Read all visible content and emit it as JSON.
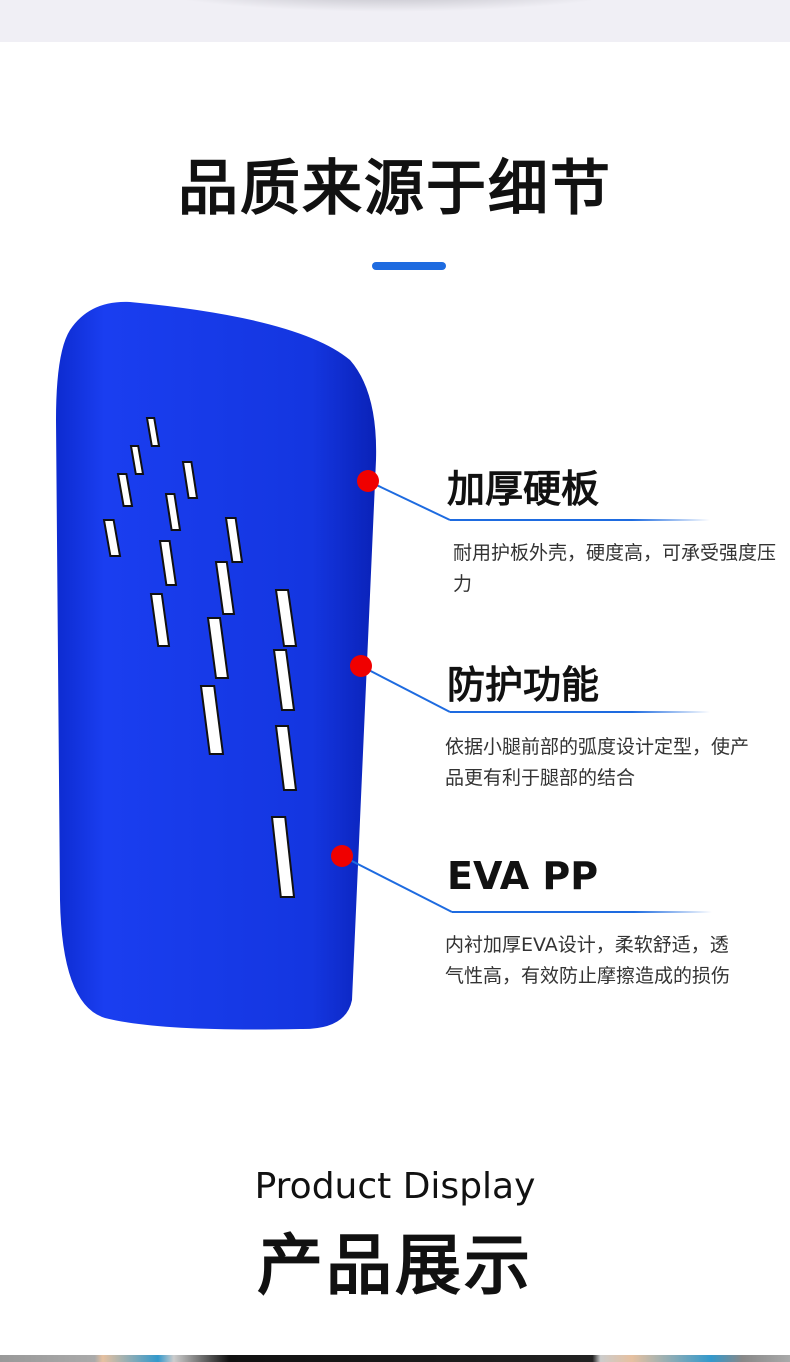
{
  "section_title": "品质来源于细节",
  "features": [
    {
      "title": "加厚硬板",
      "description": "耐用护板外壳，硬度高，可承受强度压力"
    },
    {
      "title": "防护功能",
      "description": "依据小腿前部的弧度设计定型，使产品更有利于腿部的结合"
    },
    {
      "title": "EVA PP",
      "description": "内衬加厚EVA设计，柔软舒适，透气性高，有效防止摩擦造成的损伤"
    }
  ],
  "display": {
    "english": "Product Display",
    "chinese": "产品展示"
  },
  "colors": {
    "accent": "#1e6be0",
    "product": "#1436e0",
    "marker": "#f00000"
  }
}
